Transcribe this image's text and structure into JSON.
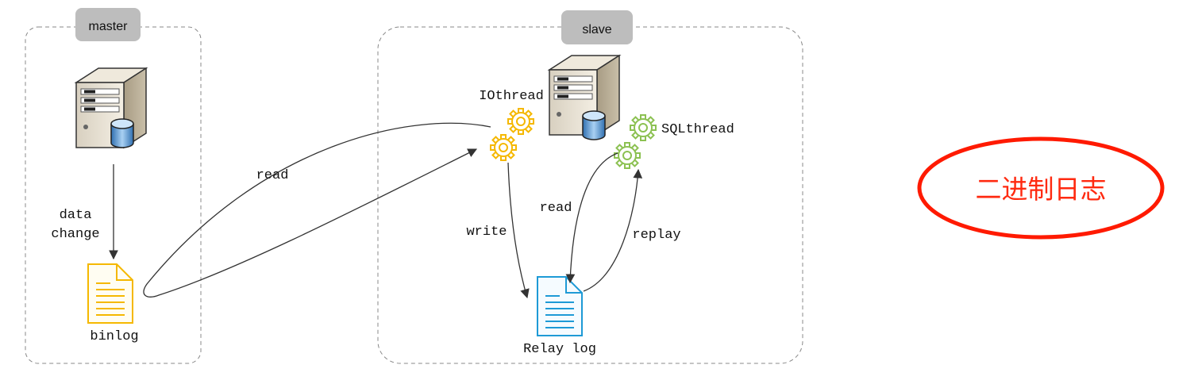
{
  "master": {
    "title": "master"
  },
  "slave": {
    "title": "slave"
  },
  "labels": {
    "data_line1": "data",
    "data_line2": "change",
    "binlog": "binlog",
    "read_master": "read",
    "iothread": "IOthread",
    "sqlthread": "SQLthread",
    "write": "write",
    "read_slave": "read",
    "replay": "replay",
    "relay_log": "Relay log"
  },
  "callout": {
    "text": "二进制日志"
  },
  "colors": {
    "binlog_icon": "#f5b800",
    "relay_icon": "#1e9ad6",
    "io_gear": "#f5b800",
    "sql_gear": "#8cc152",
    "callout_ring": "#ff1a00"
  }
}
